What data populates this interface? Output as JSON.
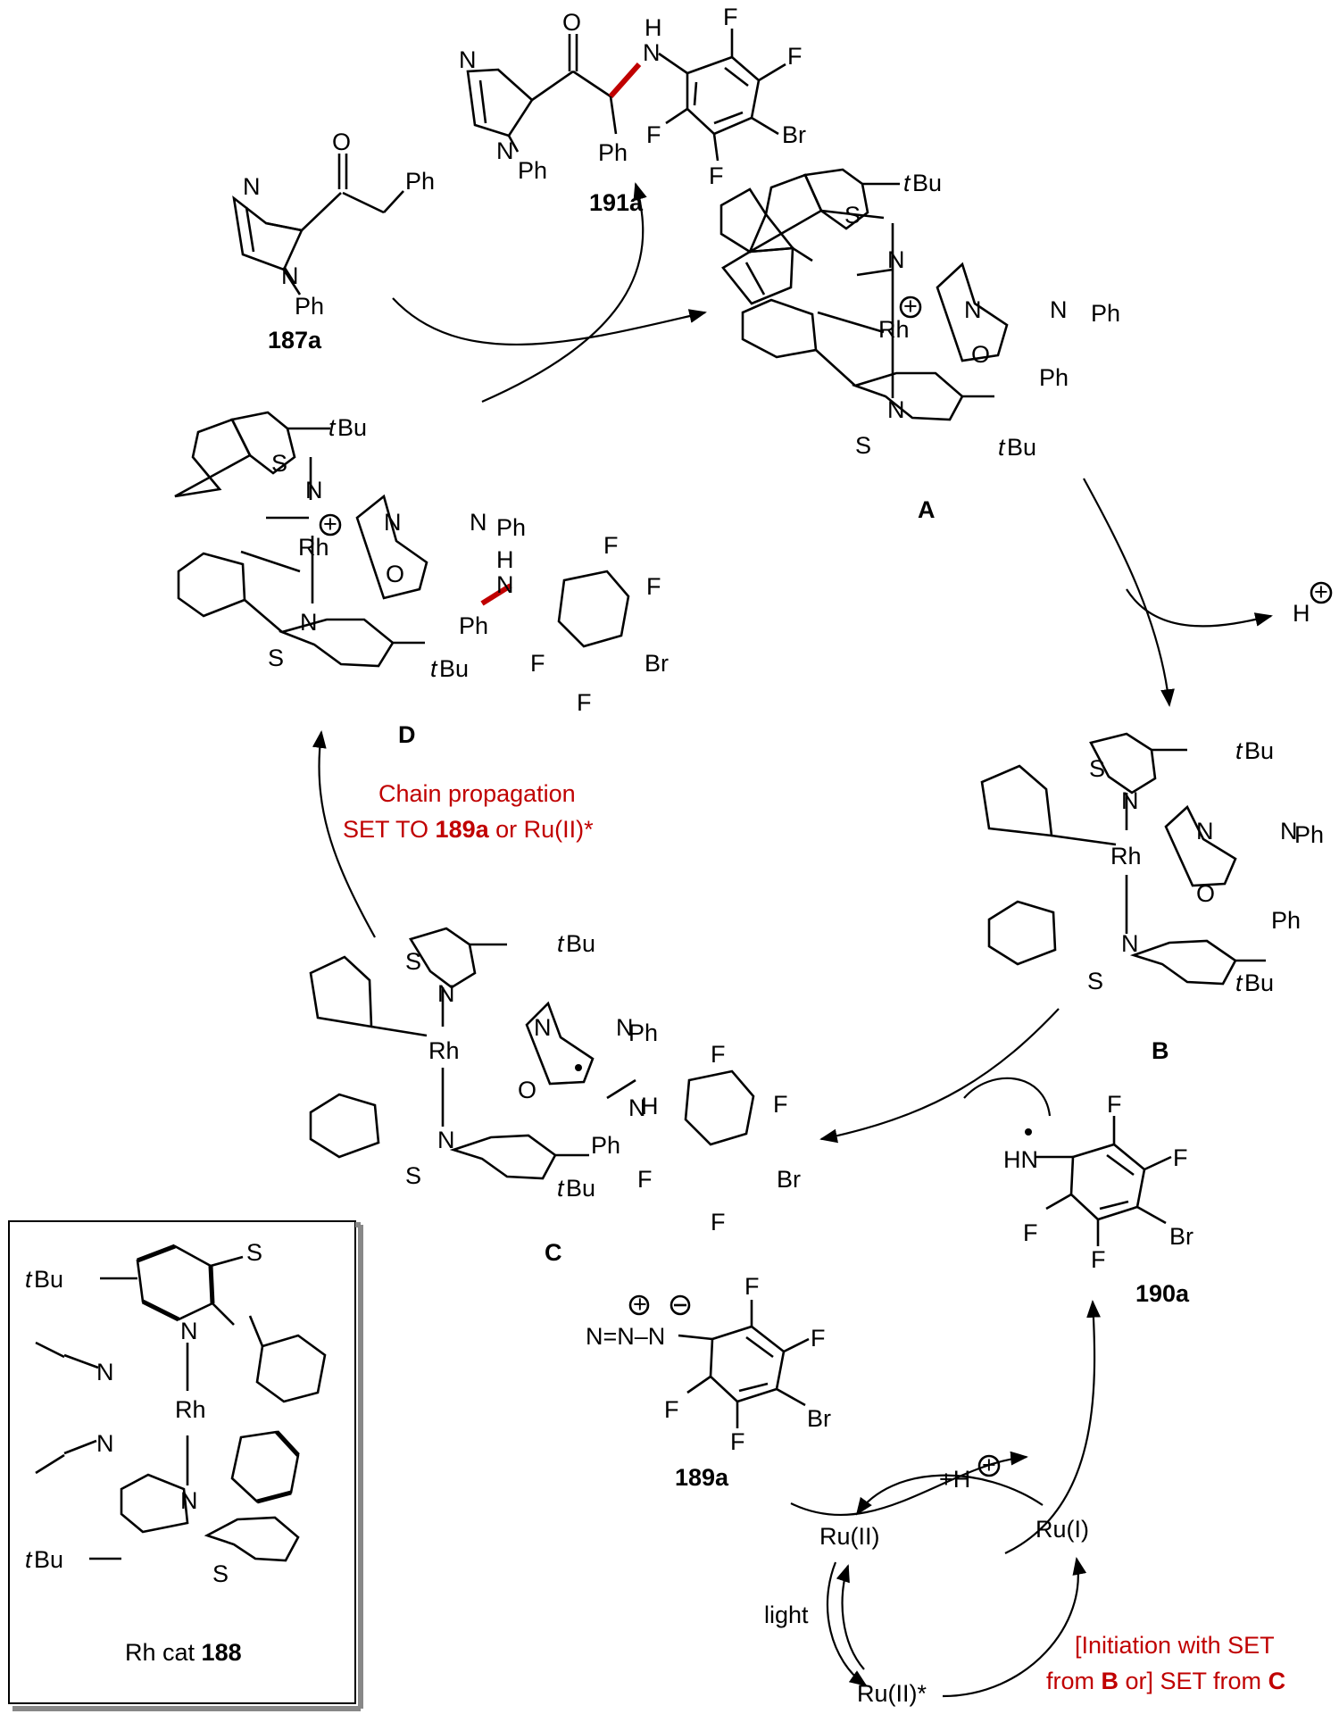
{
  "compounds": {
    "c187a": {
      "label": "187a",
      "ph": "Ph",
      "n1": "N",
      "n2": "N",
      "o": "O",
      "ph2": "Ph"
    },
    "c191a": {
      "label": "191a",
      "n1": "N",
      "n2": "N",
      "o": "O",
      "nh_h": "H",
      "nh_n": "N",
      "ph": "Ph",
      "ph2": "Ph",
      "f": "F",
      "br": "Br"
    },
    "A": {
      "label": "A"
    },
    "B": {
      "label": "B"
    },
    "C": {
      "label": "C"
    },
    "D": {
      "label": "D"
    },
    "c189a": {
      "label": "189a",
      "azide": "N=N–N",
      "f": "F",
      "br": "Br"
    },
    "c190a": {
      "label": "190a",
      "hn": "HN",
      "f": "F",
      "br": "Br"
    },
    "rhcat": {
      "prefix": "Rh cat ",
      "number": "188"
    }
  },
  "atoms": {
    "S": "S",
    "N": "N",
    "O": "O",
    "Rh": "Rh",
    "Ph": "Ph",
    "tBu_t": "t",
    "tBu_rest": "Bu",
    "F": "F",
    "Br": "Br",
    "H": "H",
    "NH": "N",
    "plus": "+"
  },
  "annotations": {
    "h_plus": "H",
    "plus_h": "+H",
    "chain_line1": "Chain propagation",
    "chain_line2_a": "SET TO ",
    "chain_line2_b": "189a",
    "chain_line2_c": " or Ru(II)*",
    "init_line1": "[Initiation with SET",
    "init_line2_a": "from ",
    "init_line2_b": "B",
    "init_line2_c": " or] SET from ",
    "init_line2_d": "C"
  },
  "ru_cycle": {
    "ru2": "Ru(II)",
    "ru1": "Ru(I)",
    "ru2star": "Ru(II)*",
    "light": "light"
  },
  "colors": {
    "annotation": "#c00000",
    "stereo_bond": "#c00000",
    "line": "#000000"
  }
}
